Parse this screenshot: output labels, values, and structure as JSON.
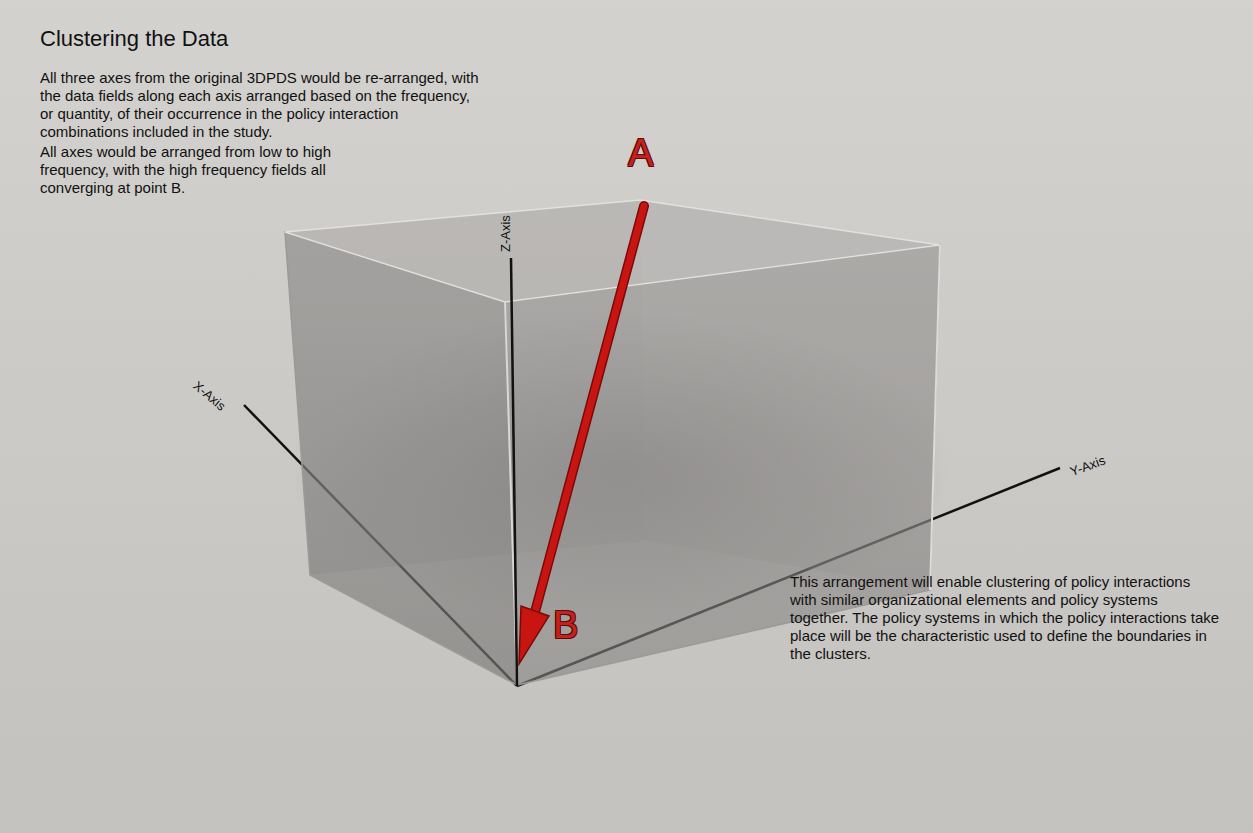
{
  "diagram": {
    "title": "Clustering the Data",
    "labels": [
      "All three axes from the original 3DPDS would be re-arranged, with the data fields along each axis arranged based on the frequency, or quantity, of their occurrence in the policy interaction combinations included in the study.",
      "All axes would be arranged from low to high frequency, with the high frequency fields all converging at point B.",
      "A",
      "Z-Axis",
      "X-Axis",
      "Y-Axis",
      "B",
      "This arrangement will enable clustering of policy interactions with similar organizational elements and policy systems together. The policy systems in which the policy interactions take place will be the characteristic used to define the boundaries in the clusters."
    ]
  }
}
